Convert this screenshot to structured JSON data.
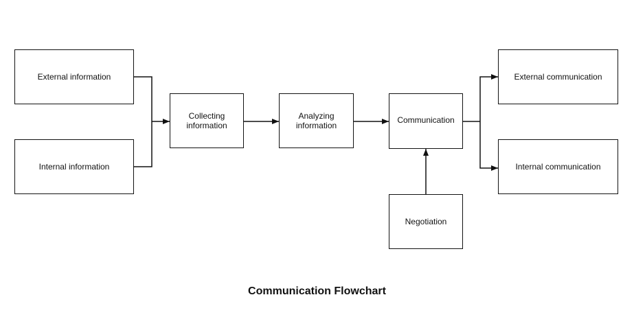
{
  "diagram": {
    "title": "Communication Flowchart",
    "nodes": {
      "external_information": "External information",
      "internal_information": "Internal information",
      "collecting_information": "Collecting\ninformation",
      "analyzing_information": "Analyzing\ninformation",
      "communication": "Communication",
      "negotiation": "Negotiation",
      "external_communication": "External communication",
      "internal_communication": "Internal communication"
    },
    "edges": [
      {
        "from": "external_information",
        "to": "collecting_information"
      },
      {
        "from": "internal_information",
        "to": "collecting_information"
      },
      {
        "from": "collecting_information",
        "to": "analyzing_information"
      },
      {
        "from": "analyzing_information",
        "to": "communication"
      },
      {
        "from": "negotiation",
        "to": "communication"
      },
      {
        "from": "communication",
        "to": "external_communication"
      },
      {
        "from": "communication",
        "to": "internal_communication"
      }
    ]
  }
}
